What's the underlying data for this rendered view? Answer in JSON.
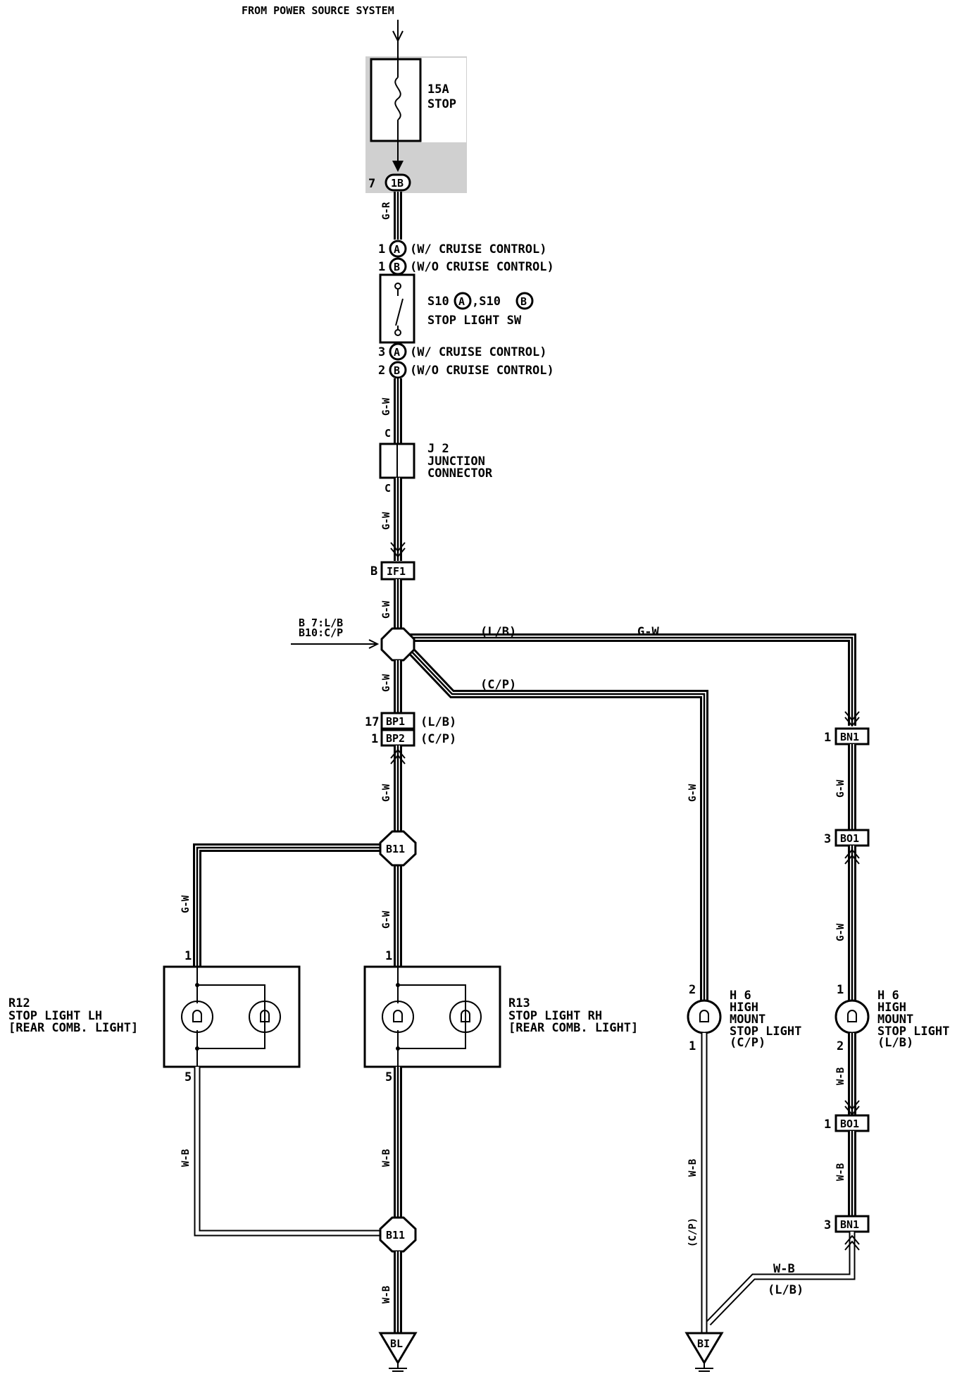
{
  "source": {
    "label": "FROM POWER SOURCE SYSTEM"
  },
  "fuse": {
    "rating": "15A",
    "name": "STOP",
    "pin": "7",
    "connector": "1B"
  },
  "wires": {
    "g_r": "G-R",
    "g_w": "G-W",
    "w_b": "W-B"
  },
  "switch": {
    "in_a_pin": "1",
    "in_b_pin": "1",
    "out_a_pin": "3",
    "out_b_pin": "2",
    "a": "A",
    "b": "B",
    "w_cruise": "(W/ CRUISE CONTROL)",
    "wo_cruise": "(W/O CRUISE CONTROL)",
    "code_prefix": "S10",
    "code_sep": ",S10",
    "name": "STOP LIGHT SW"
  },
  "junction": {
    "pin_in": "C",
    "pin_out": "C",
    "code": "J 2",
    "name_line1": "JUNCTION",
    "name_line2": "CONNECTOR"
  },
  "if1": {
    "pin": "B",
    "code": "IF1"
  },
  "splice_main": {
    "line1": "B 7:L/B",
    "line2": "B10:C/P"
  },
  "branch": {
    "lb": "(L/B)",
    "cp": "(C/P)",
    "gw": "G-W"
  },
  "bp": {
    "pin1": "17",
    "code1": "BP1",
    "var1": "(L/B)",
    "pin2": "1",
    "code2": "BP2",
    "var2": "(C/P)"
  },
  "b11_top": {
    "code": "B11"
  },
  "b11_bottom": {
    "code": "B11"
  },
  "r12": {
    "pin_top": "1",
    "pin_bottom": "5",
    "code": "R12",
    "name": "STOP LIGHT LH",
    "sub": "[REAR COMB. LIGHT]"
  },
  "r13": {
    "pin_top": "1",
    "pin_bottom": "5",
    "code": "R13",
    "name": "STOP LIGHT RH",
    "sub": "[REAR COMB. LIGHT]"
  },
  "h6_cp": {
    "pin_top": "2",
    "pin_bottom": "1",
    "code": "H 6",
    "l1": "HIGH",
    "l2": "MOUNT",
    "l3": "STOP LIGHT",
    "l4": "(C/P)",
    "wire_var": "(C/P)"
  },
  "h6_lb": {
    "pin_top": "1",
    "pin_bottom": "2",
    "code": "H 6",
    "l1": "HIGH",
    "l2": "MOUNT",
    "l3": "STOP LIGHT",
    "l4": "(L/B)"
  },
  "bn1_top": {
    "pin": "1",
    "code": "BN1"
  },
  "bo1_top": {
    "pin": "3",
    "code": "BO1"
  },
  "bo1_bottom": {
    "pin": "1",
    "code": "BO1"
  },
  "bn1_bottom": {
    "pin": "3",
    "code": "BN1"
  },
  "bottom_branch": {
    "wire": "W-B",
    "var": "(L/B)"
  },
  "grounds": {
    "bl": "BL",
    "bi": "BI"
  }
}
